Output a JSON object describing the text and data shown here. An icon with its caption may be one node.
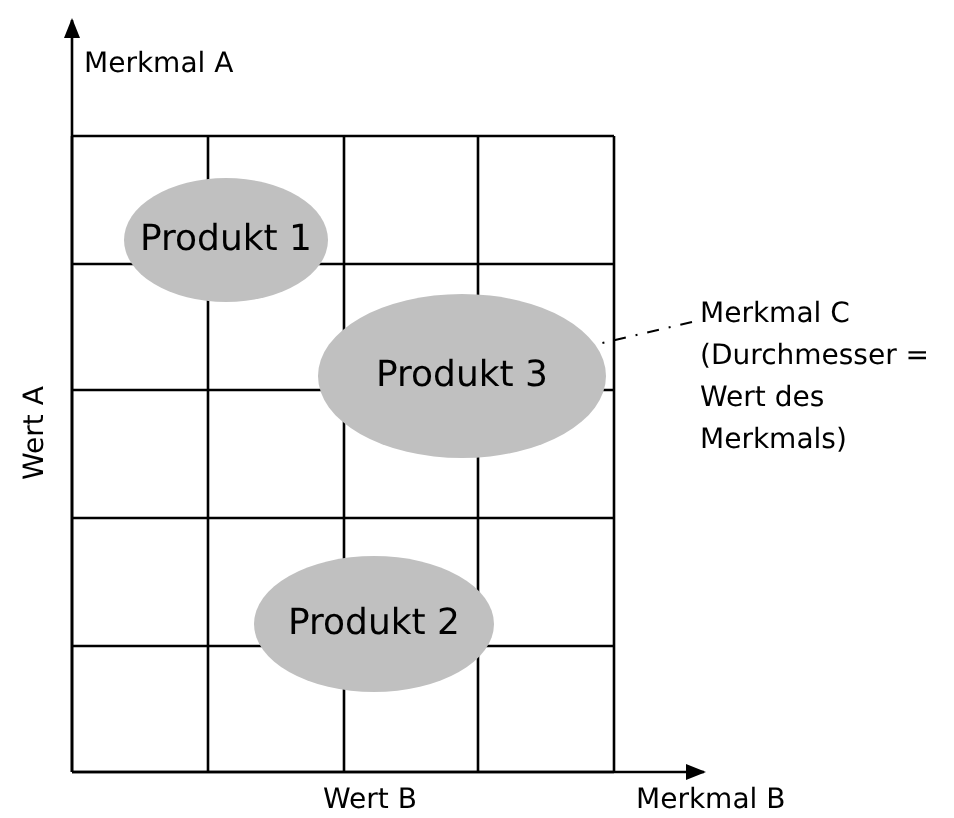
{
  "diagram": {
    "nodes": [
      {
        "text": [
          "Produkt 1"
        ]
      },
      {
        "text": [
          "Produkt 3"
        ]
      },
      {
        "text": [
          "Merkmal C (Durchmesser = Wert des Merkmals)"
        ]
      },
      {
        "text": [
          "Produkt 2"
        ]
      }
    ],
    "edges": [
      {
        "from": 2,
        "to": 1,
        "arrow": "none",
        "style": "dashed"
      }
    ],
    "labels": [
      "Merkmal A",
      "Wert A",
      "Wert B",
      "Merkmal B"
    ]
  }
}
